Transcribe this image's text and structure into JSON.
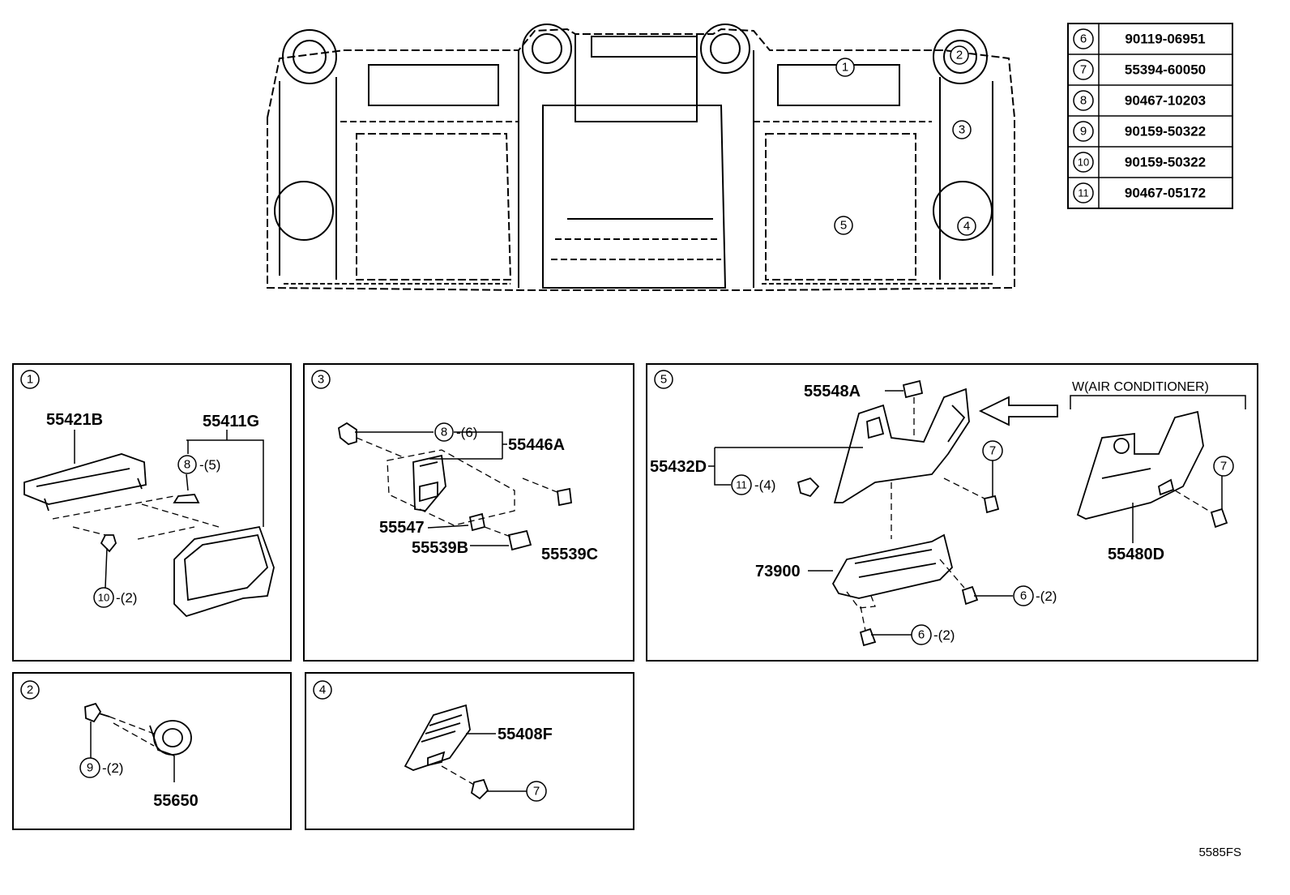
{
  "legend_table": [
    {
      "ref": "6",
      "part": "90119-06951"
    },
    {
      "ref": "7",
      "part": "55394-60050"
    },
    {
      "ref": "8",
      "part": "90467-10203"
    },
    {
      "ref": "9",
      "part": "90159-50322"
    },
    {
      "ref": "10",
      "part": "90159-50322"
    },
    {
      "ref": "11",
      "part": "90467-05172"
    }
  ],
  "overview_callouts": {
    "c1": "1",
    "c2": "2",
    "c3": "3",
    "c4": "4",
    "c5": "5"
  },
  "panel1": {
    "index": "1",
    "part_a": "55421B",
    "part_b": "55411G",
    "clip_ref": "8",
    "clip_qty": "-(5)",
    "screw_ref": "10",
    "screw_qty": "-(2)"
  },
  "panel2": {
    "index": "2",
    "screw_ref": "9",
    "screw_qty": "-(2)",
    "part": "55650"
  },
  "panel3": {
    "index": "3",
    "clip_ref": "8",
    "clip_qty": "-(6)",
    "part_a": "55446A",
    "part_b": "55547",
    "part_c": "55539B",
    "part_d": "55539C"
  },
  "panel4": {
    "index": "4",
    "part": "55408F",
    "screw_ref": "7"
  },
  "panel5": {
    "index": "5",
    "part_a": "55548A",
    "part_b": "55432D",
    "clip_ref": "11",
    "clip_qty": "-(4)",
    "screw_ref_top": "7",
    "part_c": "73900",
    "screw1_ref": "6",
    "screw1_qty": "-(2)",
    "screw2_ref": "6",
    "screw2_qty": "-(2)",
    "variant_label": "W(AIR CONDITIONER)",
    "variant_part": "55480D",
    "variant_screw_ref": "7"
  },
  "drawing_code": "5585FS"
}
